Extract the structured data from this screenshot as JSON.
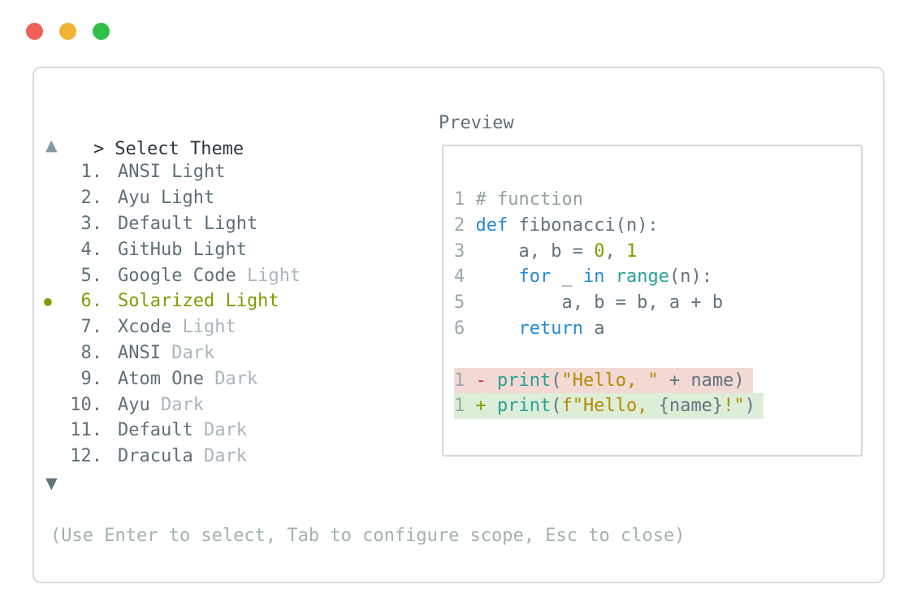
{
  "palette": {
    "traffic_red": "#f2605a",
    "traffic_yellow": "#f2b234",
    "traffic_green": "#2cc145",
    "border": "#d7dcdf",
    "preview_border": "#d3d9dc",
    "title": "#2c363e",
    "slate": "#5e7078",
    "dim": "#a9b6bb",
    "selected": "#859900",
    "hint": "#a2b2ae",
    "body": "#63747e",
    "comment": "#93a1a1",
    "line_number": "#9aa7ad",
    "blue": "#268bd2",
    "cyan": "#2aa198",
    "green": "#859900",
    "yellow": "#b58900",
    "red": "#dc322f",
    "diff_removed_bg": "#f3d9d4",
    "diff_added_bg": "#ddeed8"
  },
  "window_controls": {
    "close": "close-button",
    "minimize": "minimize-button",
    "zoom": "zoom-button"
  },
  "header": {
    "prompt_symbol": ">",
    "title": "Select Theme",
    "preview_label": "Preview"
  },
  "theme_list": {
    "scroll_up_icon": "▲",
    "scroll_down_icon": "▼",
    "bullet_icon": "●",
    "items": [
      {
        "number": "1.",
        "selected": false,
        "parts": [
          {
            "text": "ANSI Light",
            "color": "slate"
          }
        ]
      },
      {
        "number": "2.",
        "selected": false,
        "parts": [
          {
            "text": "Ayu Light",
            "color": "slate"
          }
        ]
      },
      {
        "number": "3.",
        "selected": false,
        "parts": [
          {
            "text": "Default Light",
            "color": "slate"
          }
        ]
      },
      {
        "number": "4.",
        "selected": false,
        "parts": [
          {
            "text": "GitHub Light",
            "color": "slate"
          }
        ]
      },
      {
        "number": "5.",
        "selected": false,
        "parts": [
          {
            "text": "Google Code ",
            "color": "slate"
          },
          {
            "text": "Light",
            "color": "dim"
          }
        ]
      },
      {
        "number": "6.",
        "selected": true,
        "parts": [
          {
            "text": "Solarized Light",
            "color": "selected"
          }
        ]
      },
      {
        "number": "7.",
        "selected": false,
        "parts": [
          {
            "text": "Xcode ",
            "color": "slate"
          },
          {
            "text": "Light",
            "color": "dim"
          }
        ]
      },
      {
        "number": "8.",
        "selected": false,
        "parts": [
          {
            "text": "ANSI ",
            "color": "slate"
          },
          {
            "text": "Dark",
            "color": "dim"
          }
        ]
      },
      {
        "number": "9.",
        "selected": false,
        "parts": [
          {
            "text": "Atom One ",
            "color": "slate"
          },
          {
            "text": "Dark",
            "color": "dim"
          }
        ]
      },
      {
        "number": "10.",
        "selected": false,
        "parts": [
          {
            "text": "Ayu ",
            "color": "slate"
          },
          {
            "text": "Dark",
            "color": "dim"
          }
        ]
      },
      {
        "number": "11.",
        "selected": false,
        "parts": [
          {
            "text": "Default ",
            "color": "slate"
          },
          {
            "text": "Dark",
            "color": "dim"
          }
        ]
      },
      {
        "number": "12.",
        "selected": false,
        "parts": [
          {
            "text": "Dracula ",
            "color": "slate"
          },
          {
            "text": "Dark",
            "color": "dim"
          }
        ]
      }
    ]
  },
  "preview": {
    "lines": [
      {
        "type": "code",
        "num": "1",
        "tokens": [
          {
            "text": " ",
            "color": "body"
          },
          {
            "text": "# function",
            "color": "comment"
          }
        ]
      },
      {
        "type": "code",
        "num": "2",
        "tokens": [
          {
            "text": " ",
            "color": "body"
          },
          {
            "text": "def",
            "color": "blue"
          },
          {
            "text": " fibonacci(n):",
            "color": "body"
          }
        ]
      },
      {
        "type": "code",
        "num": "3",
        "tokens": [
          {
            "text": "     a, b = ",
            "color": "body"
          },
          {
            "text": "0",
            "color": "green"
          },
          {
            "text": ", ",
            "color": "body"
          },
          {
            "text": "1",
            "color": "green"
          }
        ]
      },
      {
        "type": "code",
        "num": "4",
        "tokens": [
          {
            "text": "     ",
            "color": "body"
          },
          {
            "text": "for",
            "color": "blue"
          },
          {
            "text": " _ ",
            "color": "body"
          },
          {
            "text": "in",
            "color": "blue"
          },
          {
            "text": " ",
            "color": "body"
          },
          {
            "text": "range",
            "color": "cyan"
          },
          {
            "text": "(n):",
            "color": "body"
          }
        ]
      },
      {
        "type": "code",
        "num": "5",
        "tokens": [
          {
            "text": "         a, b = b, a + b",
            "color": "body"
          }
        ]
      },
      {
        "type": "code",
        "num": "6",
        "tokens": [
          {
            "text": "     ",
            "color": "body"
          },
          {
            "text": "return",
            "color": "blue"
          },
          {
            "text": " a",
            "color": "body"
          }
        ]
      },
      {
        "type": "blank"
      },
      {
        "type": "diff-removed",
        "num": "1",
        "tokens": [
          {
            "text": " ",
            "color": "body"
          },
          {
            "text": "-",
            "color": "red"
          },
          {
            "text": " ",
            "color": "body"
          },
          {
            "text": "print",
            "color": "cyan"
          },
          {
            "text": "(",
            "color": "body"
          },
          {
            "text": "\"Hello, \"",
            "color": "yellow"
          },
          {
            "text": " + name)",
            "color": "body"
          }
        ]
      },
      {
        "type": "diff-added",
        "num": "1",
        "tokens": [
          {
            "text": " ",
            "color": "body"
          },
          {
            "text": "+",
            "color": "green"
          },
          {
            "text": " ",
            "color": "body"
          },
          {
            "text": "print",
            "color": "cyan"
          },
          {
            "text": "(",
            "color": "body"
          },
          {
            "text": "f\"Hello, ",
            "color": "yellow"
          },
          {
            "text": "{name}",
            "color": "body"
          },
          {
            "text": "!\"",
            "color": "yellow"
          },
          {
            "text": ")",
            "color": "body"
          }
        ]
      }
    ]
  },
  "footer": {
    "hint": "(Use Enter to select, Tab to configure scope, Esc to close)"
  }
}
